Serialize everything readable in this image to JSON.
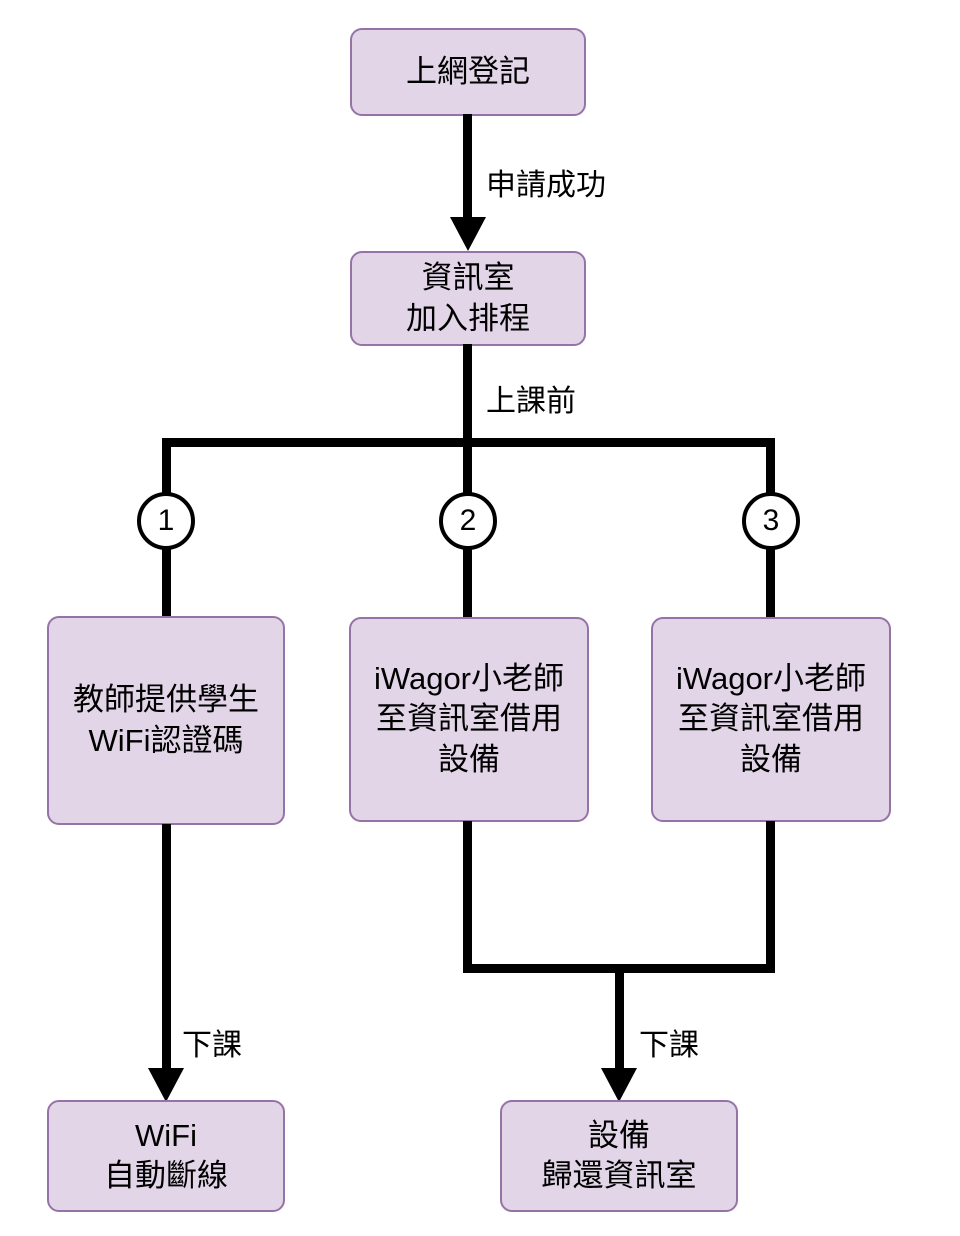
{
  "diagram": {
    "title": "equipment-borrowing-flowchart",
    "nodes": {
      "register": "上網登記",
      "schedule": "資訊室\n加入排程",
      "teacher_wifi": "教師提供學生\nWiFi認證碼",
      "iwagor2": "iWagor小老師\n至資訊室借用\n設備",
      "iwagor3": "iWagor小老師\n至資訊室借用\n設備",
      "wifi_disconnect": "WiFi\n自動斷線",
      "return_equipment": "設備\n歸還資訊室"
    },
    "edge_labels": {
      "apply_success": "申請成功",
      "before_class": "上課前",
      "after_class_left": "下課",
      "after_class_right": "下課"
    },
    "badges": {
      "b1": "1",
      "b2": "2",
      "b3": "3"
    },
    "colors": {
      "node_fill": "#E1D5E7",
      "node_border": "#9673A6",
      "line": "#000000",
      "background": "#FFFFFF"
    }
  }
}
